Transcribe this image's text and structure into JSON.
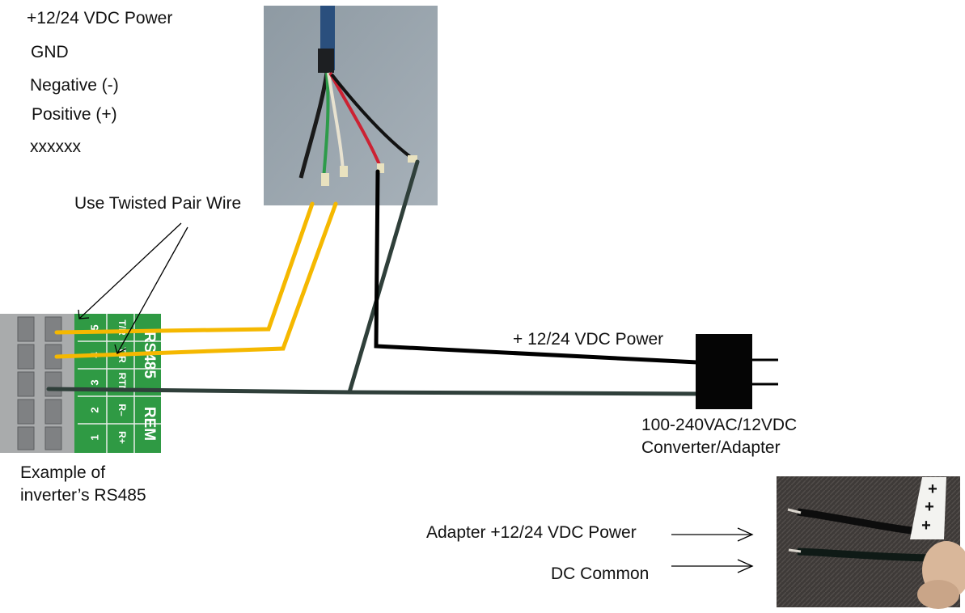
{
  "wire_legend": {
    "power": "+12/24 VDC Power",
    "gnd": "GND",
    "negative": "Negative (-)",
    "positive": "Positive (+)",
    "unused": "xxxxxx"
  },
  "twisted_pair_label": "Use Twisted Pair Wire",
  "terminal_block": {
    "caption_line1": "Example of",
    "caption_line2": "inverter’s RS485",
    "numbers": [
      "5",
      "4",
      "3",
      "2",
      "1"
    ],
    "pin_labels": [
      "T/R",
      "T/R",
      "RTN",
      "R–",
      "R+"
    ],
    "group_labels": [
      "RS485",
      "REM"
    ]
  },
  "power_label": "+  12/24 VDC Power",
  "adapter": {
    "caption_line1": "100-240VAC/12VDC",
    "caption_line2": "Converter/Adapter"
  },
  "inset": {
    "label_power": "Adapter +12/24 VDC Power",
    "label_common": "DC Common",
    "plus_marks": [
      "+",
      "+",
      "+"
    ]
  },
  "colors": {
    "twisted_pair": "#f5b800",
    "power_wire": "#000000",
    "common_wire": "#2f3f3a",
    "terminal_green": "#2f9a44",
    "terminal_gray": "#a9abac"
  }
}
